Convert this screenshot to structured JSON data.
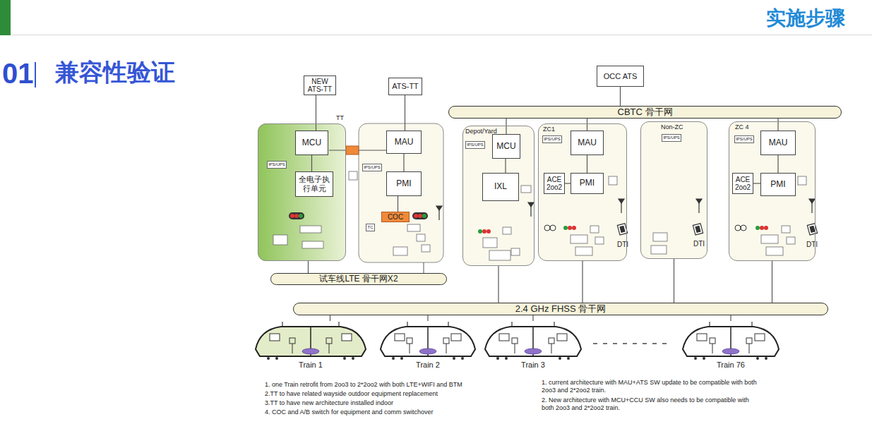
{
  "diagram": {
    "title": "兼容性验证",
    "nodes": [
      {
        "text": [
          "NEW ATS-TT"
        ]
      },
      {
        "text": [
          "ATS-TT"
        ]
      },
      {
        "text": [
          "OCC ATS"
        ]
      },
      {
        "text": [
          "CBTC 骨干网"
        ]
      },
      {
        "text": [
          "TT"
        ]
      },
      {
        "text": [
          "MCU"
        ],
        "in": 4
      },
      {
        "text": [
          "全电子执行单元"
        ],
        "in": 4
      },
      {
        "text": [
          "IPS/UPS"
        ],
        "in": 4
      },
      {
        "text": [
          "MAU"
        ]
      },
      {
        "text": [
          "PMI"
        ]
      },
      {
        "text": [
          "COC"
        ]
      },
      {
        "text": [
          "IPS/UPS"
        ]
      },
      {
        "text": [
          "TC"
        ]
      },
      {
        "text": [
          "Depot/Yard"
        ]
      },
      {
        "text": [
          "MCU"
        ],
        "in": 13
      },
      {
        "text": [
          "IXL"
        ],
        "in": 13
      },
      {
        "text": [
          "IPS/UPS"
        ],
        "in": 13
      },
      {
        "text": [
          "ZC1"
        ]
      },
      {
        "text": [
          "IPS/UPS"
        ],
        "in": 17
      },
      {
        "text": [
          "MAU"
        ],
        "in": 17
      },
      {
        "text": [
          "ACE 2oo2"
        ],
        "in": 17
      },
      {
        "text": [
          "PMI"
        ],
        "in": 17
      },
      {
        "text": [
          "Non-ZC"
        ]
      },
      {
        "text": [
          "IPS/UPS"
        ],
        "in": 22
      },
      {
        "text": [
          "ZC 4"
        ]
      },
      {
        "text": [
          "IPS/UPS"
        ],
        "in": 24
      },
      {
        "text": [
          "MAU"
        ],
        "in": 24
      },
      {
        "text": [
          "ACE 2oo2"
        ],
        "in": 24
      },
      {
        "text": [
          "PMI"
        ],
        "in": 24
      },
      {
        "text": [
          "试车线LTE 骨干网X2"
        ]
      },
      {
        "text": [
          "2.4 GHz FHSS 骨干网"
        ]
      },
      {
        "text": [
          "Train 1"
        ]
      },
      {
        "text": [
          "Train 2"
        ]
      },
      {
        "text": [
          "Train 3"
        ]
      },
      {
        "text": [
          "Train 76"
        ]
      }
    ],
    "edges": [
      {
        "from": 0,
        "to": 5,
        "arrow": "none"
      },
      {
        "from": 1,
        "to": 8,
        "arrow": "none"
      },
      {
        "from": 2,
        "to": 3,
        "arrow": "none"
      },
      {
        "from": 3,
        "to": 14,
        "arrow": "none"
      },
      {
        "from": 3,
        "to": 19,
        "arrow": "none"
      },
      {
        "from": 3,
        "to": 26,
        "arrow": "none"
      },
      {
        "from": 5,
        "to": 6,
        "arrow": "none"
      },
      {
        "from": 8,
        "to": 9,
        "arrow": "none"
      },
      {
        "from": 9,
        "to": 10,
        "arrow": "none"
      },
      {
        "from": 14,
        "to": 15,
        "arrow": "none"
      },
      {
        "from": 19,
        "to": 21,
        "arrow": "none"
      },
      {
        "from": 20,
        "to": 21,
        "arrow": "none"
      },
      {
        "from": 26,
        "to": 28,
        "arrow": "none"
      },
      {
        "from": 27,
        "to": 28,
        "arrow": "none"
      },
      {
        "from": 4,
        "to": 29,
        "arrow": "none"
      },
      {
        "from": 13,
        "to": 30,
        "arrow": "none"
      },
      {
        "from": 17,
        "to": 30,
        "arrow": "none"
      },
      {
        "from": 22,
        "to": 30,
        "arrow": "none"
      },
      {
        "from": 24,
        "to": 30,
        "arrow": "none"
      },
      {
        "from": 31,
        "to": 30,
        "arrow": "none"
      },
      {
        "from": 32,
        "to": 30,
        "arrow": "none"
      },
      {
        "from": 33,
        "to": 30,
        "arrow": "none"
      },
      {
        "from": 34,
        "to": 30,
        "arrow": "none"
      }
    ],
    "labels": [
      "实施步骤",
      "01",
      "DTI",
      "DTI",
      "DTI",
      "1. one Train retrofit from 2oo3 to 2*2oo2 with both LTE+WIFI and BTM",
      "2.TT to have related wayside outdoor equipment replacement",
      "3.TT to have new architecture installed indoor",
      "4. COC and A/B switch for equipment and comm switchover",
      "1. current architecture with MAU+ATS SW update to be compatible with both 2oo3 and 2*2oo2 train.",
      "2. New architecture with MCU+CCU SW also needs to be compatible with both 2oo3 and 2*2oo2 train."
    ]
  }
}
